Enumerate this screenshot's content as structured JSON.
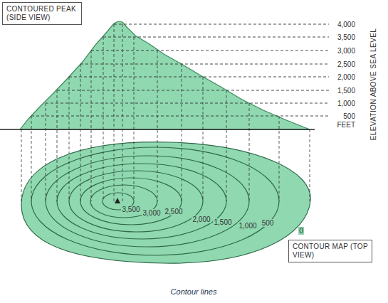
{
  "diagram": {
    "caption": "Contour lines",
    "nodes": [
      {
        "text": [
          "CONTOURED PEAK (SIDE VIEW)"
        ]
      },
      {
        "text": [
          "CONTOUR MAP (TOP VIEW)"
        ]
      }
    ],
    "labels": [
      "4,000",
      "3,500",
      "3,000",
      "2,500",
      "2,000",
      "1,500",
      "1,000",
      "500",
      "FEET",
      "ELEVATION ABOVE SEA LEVEL",
      "3,500",
      "3,000",
      "2,500",
      "2,000",
      "1,500",
      "1,000",
      "500",
      "0"
    ]
  }
}
